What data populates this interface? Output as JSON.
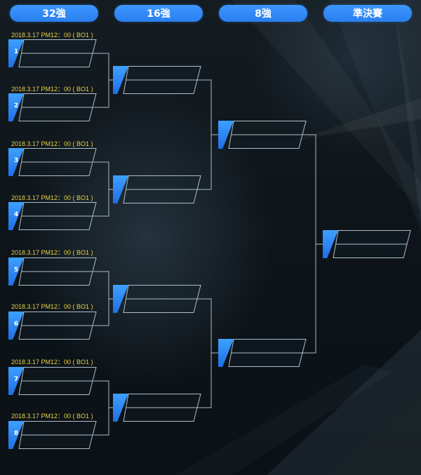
{
  "rounds": [
    {
      "label": "32強"
    },
    {
      "label": "16強"
    },
    {
      "label": "8強"
    },
    {
      "label": "準決賽"
    }
  ],
  "matches": [
    {
      "number": "1",
      "time": "2018.3.17  PM12：00 ( BO1 )"
    },
    {
      "number": "2",
      "time": "2018.3.17  PM12：00 ( BO1 )"
    },
    {
      "number": "3",
      "time": "2018.3.17  PM12：00 ( BO1 )"
    },
    {
      "number": "4",
      "time": "2018.3.17  PM12：00 ( BO1 )"
    },
    {
      "number": "5",
      "time": "2018.3.17  PM12：00 ( BO1 )"
    },
    {
      "number": "6",
      "time": "2018.3.17  PM12：00 ( BO1 )"
    },
    {
      "number": "7",
      "time": "2018.3.17  PM12：00 ( BO1 )"
    },
    {
      "number": "8",
      "time": "2018.3.17  PM12：00 ( BO1 )"
    }
  ],
  "colors": {
    "accent": "#2f8bff",
    "time_text": "#e8d24a",
    "line": "#aebfcc",
    "background": "#0d1419"
  }
}
